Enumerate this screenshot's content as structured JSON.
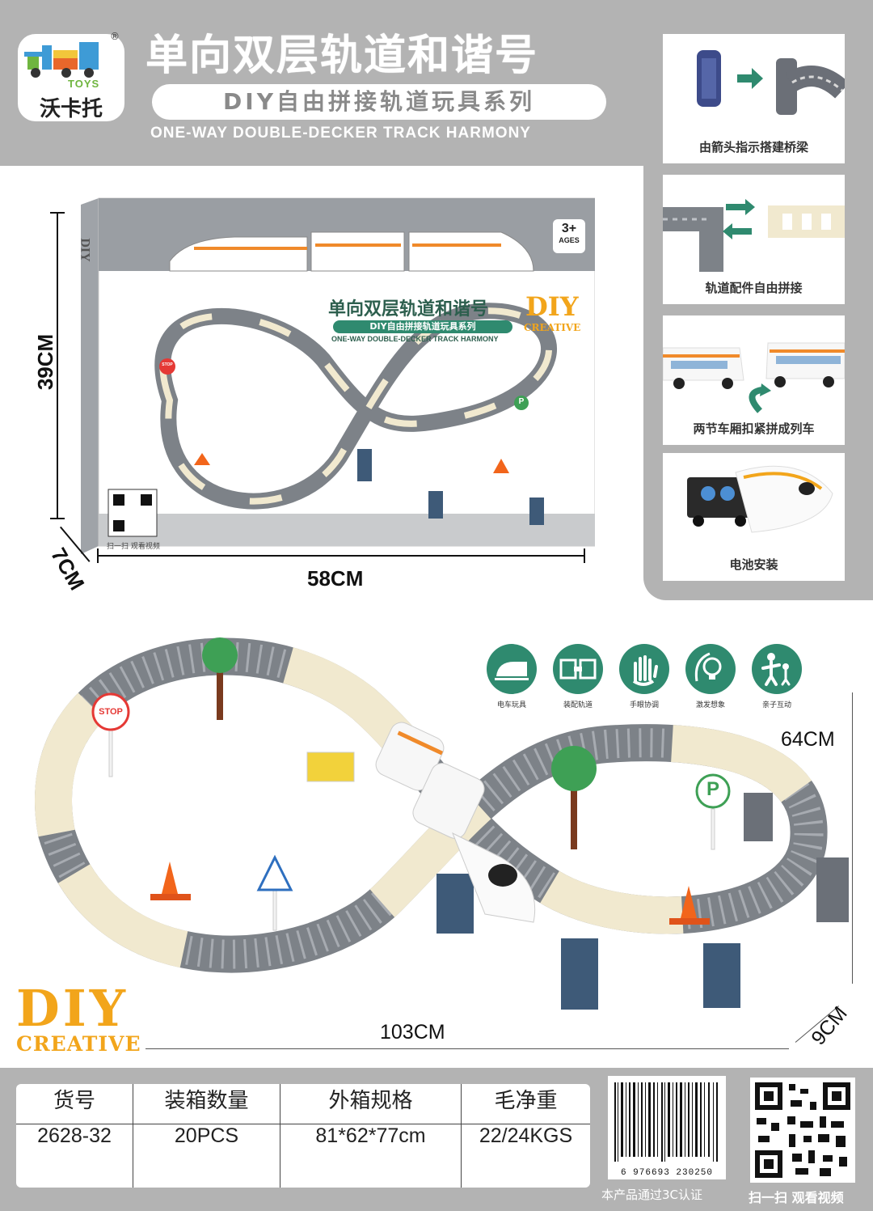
{
  "header": {
    "brand_cn": "沃卡托",
    "brand_en": "TOYS",
    "registered_mark": "®",
    "title_cn": "单向双层轨道和谐号",
    "subtitle_cn": "DIY自由拼接轨道玩具系列",
    "title_en": "ONE-WAY DOUBLE-DECKER TRACK HARMONY"
  },
  "features": [
    {
      "caption": "由箭头指示搭建桥梁",
      "icon": "bridge-arrow-icon"
    },
    {
      "caption": "轨道配件自由拼接",
      "icon": "track-connect-icon"
    },
    {
      "caption": "两节车厢扣紧拼成列车",
      "icon": "train-coupling-icon"
    },
    {
      "caption": "电池安装",
      "icon": "battery-icon"
    }
  ],
  "box": {
    "age_badge": "3+",
    "age_label": "AGES",
    "side_text": "DIY",
    "title_cn": "单向双层轨道和谐号",
    "subtitle_cn": "DIY自由拼接轨道玩具系列",
    "title_en": "ONE-WAY DOUBLE-DECKER TRACK HARMONY",
    "diy": "DIY",
    "creative": "CREATIVE",
    "scan_text": "扫一扫 观看视频",
    "sign_stop": "STOP",
    "sign_parking": "P",
    "height": "39CM",
    "depth": "7CM",
    "width": "58CM"
  },
  "product_icons": [
    {
      "label": "电车玩具",
      "icon": "train-toy-icon"
    },
    {
      "label": "装配轨道",
      "icon": "assemble-track-icon"
    },
    {
      "label": "手眼协调",
      "icon": "hand-eye-icon"
    },
    {
      "label": "激发想象",
      "icon": "imagination-icon"
    },
    {
      "label": "亲子互动",
      "icon": "parent-child-icon"
    }
  ],
  "product": {
    "sign_stop": "STOP",
    "sign_parking": "P",
    "depth": "64CM",
    "width": "103CM",
    "height": "9CM",
    "diy": "DIY",
    "creative": "CREATIVE"
  },
  "specs": {
    "headers": [
      "货号",
      "装箱数量",
      "外箱规格",
      "毛净重"
    ],
    "values": [
      "2628-32",
      "20PCS",
      "81*62*77cm",
      "22/24KGS"
    ]
  },
  "barcode_number": "6 976693 230250",
  "certification": "本产品通过3C认证",
  "qr_caption": "扫一扫 观看视频",
  "colors": {
    "panel_gray": "#b3b3b3",
    "track_gray": "#7d8288",
    "track_cream": "#f1e9cf",
    "diy_orange": "#f2a51b",
    "icon_green": "#2f8a6f",
    "pillar_blue": "#3e5a78"
  }
}
